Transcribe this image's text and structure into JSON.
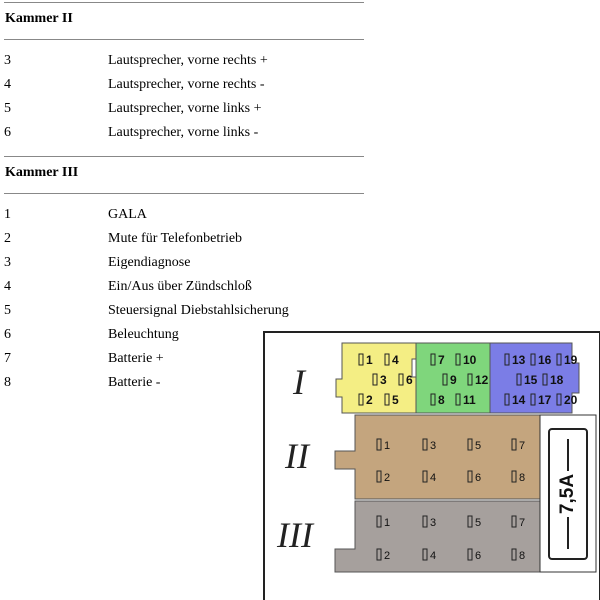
{
  "section2": {
    "title": "Kammer II",
    "rows": [
      {
        "num": "3",
        "desc": "Lautsprecher, vorne rechts +"
      },
      {
        "num": "4",
        "desc": "Lautsprecher, vorne rechts -"
      },
      {
        "num": "5",
        "desc": "Lautsprecher, vorne links +"
      },
      {
        "num": "6",
        "desc": "Lautsprecher, vorne links -"
      }
    ]
  },
  "section3": {
    "title": "Kammer III",
    "rows": [
      {
        "num": "1",
        "desc": "GALA"
      },
      {
        "num": "2",
        "desc": "Mute für Telefonbetrieb"
      },
      {
        "num": "3",
        "desc": "Eigendiagnose"
      },
      {
        "num": "4",
        "desc": "Ein/Aus über Zündschloß"
      },
      {
        "num": "5",
        "desc": "Steuersignal Diebstahlsicherung"
      },
      {
        "num": "6",
        "desc": "Beleuchtung"
      },
      {
        "num": "7",
        "desc": "Batterie +"
      },
      {
        "num": "8",
        "desc": "Batterie -"
      }
    ]
  },
  "diagram": {
    "chamber_labels": [
      "I",
      "II",
      "III"
    ],
    "fuse_label": "7,5A",
    "chamber1_pins": [
      "1",
      "4",
      "7",
      "10",
      "13",
      "16",
      "19",
      "3",
      "6",
      "9",
      "12",
      "15",
      "18",
      "2",
      "5",
      "8",
      "11",
      "14",
      "17",
      "20"
    ],
    "chamber2_pins": [
      "1",
      "3",
      "5",
      "7",
      "2",
      "4",
      "6",
      "8"
    ],
    "chamber3_pins": [
      "1",
      "3",
      "5",
      "7",
      "2",
      "4",
      "6",
      "8"
    ],
    "colors": {
      "yellow": "#f4ee84",
      "green": "#7fd67c",
      "blue": "#7b7de6",
      "tan": "#c4a57e",
      "gray": "#a6a09d"
    }
  }
}
